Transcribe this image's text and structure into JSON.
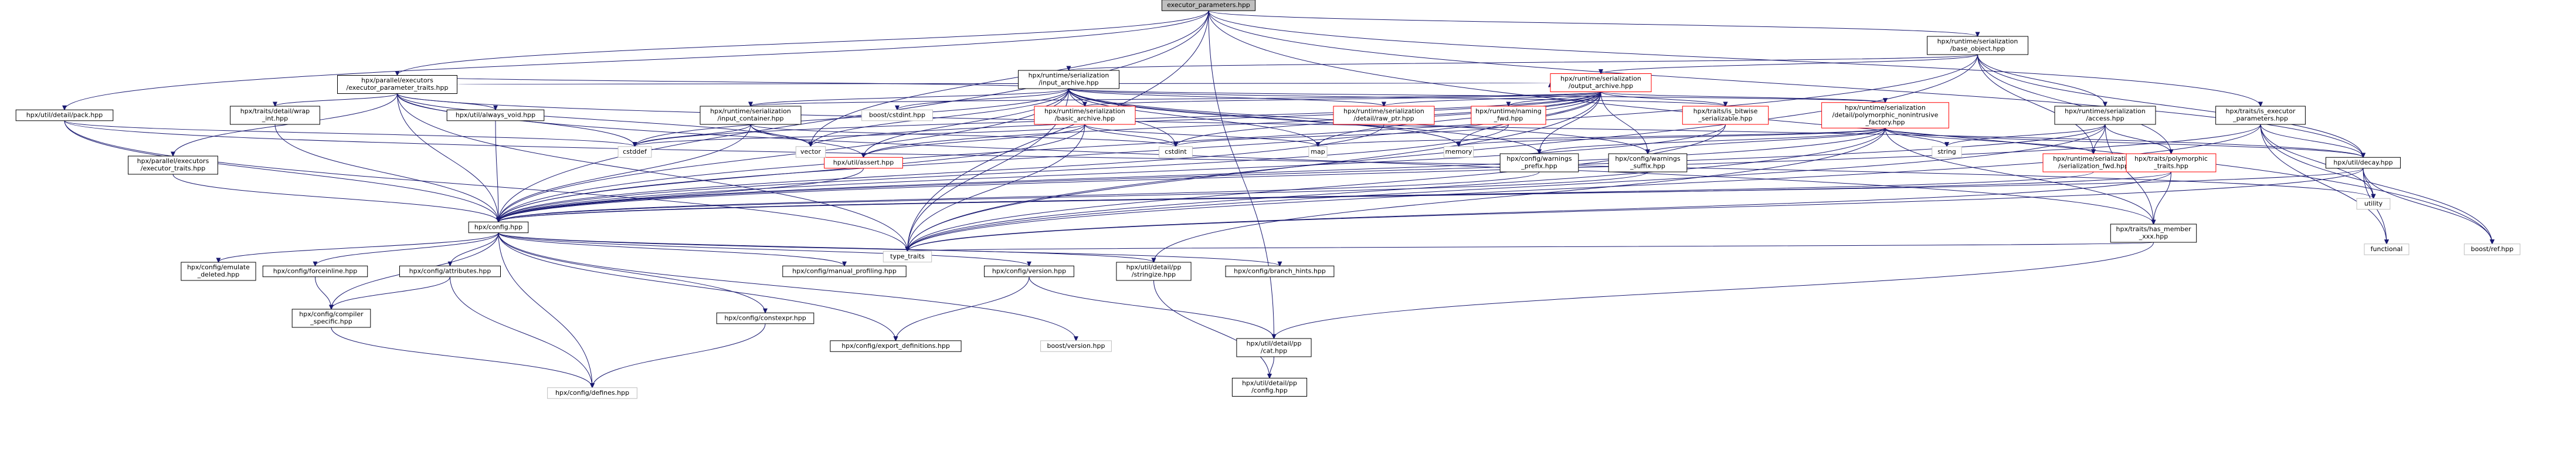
{
  "graph": {
    "nodes": [
      {
        "id": "n0",
        "lines": [
          "executor_parameters.hpp"
        ],
        "kind": "root"
      },
      {
        "id": "n1",
        "lines": [
          "hpx/runtime/serialization",
          "/base_object.hpp"
        ],
        "kind": "normal"
      },
      {
        "id": "n2",
        "lines": [
          "hpx/parallel/executors",
          "/executor_parameter_traits.hpp"
        ],
        "kind": "normal"
      },
      {
        "id": "n3",
        "lines": [
          "hpx/util/detail/pack.hpp"
        ],
        "kind": "normal"
      },
      {
        "id": "n4",
        "lines": [
          "hpx/runtime/serialization",
          "/input_archive.hpp"
        ],
        "kind": "normal"
      },
      {
        "id": "n5",
        "lines": [
          "hpx/runtime/serialization",
          "/output_archive.hpp"
        ],
        "kind": "missing"
      },
      {
        "id": "n6",
        "lines": [
          "hpx/traits/detail/wrap",
          "_int.hpp"
        ],
        "kind": "normal"
      },
      {
        "id": "n7",
        "lines": [
          "hpx/util/always_void.hpp"
        ],
        "kind": "normal"
      },
      {
        "id": "n8",
        "lines": [
          "hpx/parallel/executors",
          "/executor_traits.hpp"
        ],
        "kind": "normal"
      },
      {
        "id": "n9",
        "lines": [
          "hpx/runtime/serialization",
          "/input_container.hpp"
        ],
        "kind": "normal"
      },
      {
        "id": "n10",
        "lines": [
          "hpx/runtime/serialization",
          "/basic_archive.hpp"
        ],
        "kind": "missing"
      },
      {
        "id": "n11",
        "lines": [
          "boost/cstdint.hpp"
        ],
        "kind": "external"
      },
      {
        "id": "n12",
        "lines": [
          "hpx/runtime/serialization",
          "/detail/raw_ptr.hpp"
        ],
        "kind": "missing"
      },
      {
        "id": "n13",
        "lines": [
          "hpx/runtime/naming",
          "_fwd.hpp"
        ],
        "kind": "missing"
      },
      {
        "id": "n14",
        "lines": [
          "hpx/runtime/serialization",
          "/detail/polymorphic_nonintrusive",
          "_factory.hpp"
        ],
        "kind": "missing"
      },
      {
        "id": "n15",
        "lines": [
          "hpx/traits/is_bitwise",
          "_serializable.hpp"
        ],
        "kind": "missing"
      },
      {
        "id": "n16",
        "lines": [
          "hpx/runtime/serialization",
          "/access.hpp"
        ],
        "kind": "normal"
      },
      {
        "id": "n17",
        "lines": [
          "hpx/traits/is_executor",
          "_parameters.hpp"
        ],
        "kind": "normal"
      },
      {
        "id": "n18",
        "lines": [
          "hpx/util/assert.hpp"
        ],
        "kind": "missing"
      },
      {
        "id": "n19",
        "lines": [
          "hpx/config/warnings",
          "_prefix.hpp"
        ],
        "kind": "normal"
      },
      {
        "id": "n20",
        "lines": [
          "hpx/config/warnings",
          "_suffix.hpp"
        ],
        "kind": "normal"
      },
      {
        "id": "n21",
        "lines": [
          "hpx/runtime/serialization",
          "/serialization_fwd.hpp"
        ],
        "kind": "missing"
      },
      {
        "id": "n22",
        "lines": [
          "hpx/traits/polymorphic",
          "_traits.hpp"
        ],
        "kind": "missing"
      },
      {
        "id": "n23",
        "lines": [
          "hpx/util/decay.hpp"
        ],
        "kind": "normal"
      },
      {
        "id": "n24",
        "lines": [
          "cstddef"
        ],
        "kind": "external"
      },
      {
        "id": "n25",
        "lines": [
          "vector"
        ],
        "kind": "external"
      },
      {
        "id": "n26",
        "lines": [
          "cstdint"
        ],
        "kind": "external"
      },
      {
        "id": "n27",
        "lines": [
          "map"
        ],
        "kind": "external"
      },
      {
        "id": "n28",
        "lines": [
          "memory"
        ],
        "kind": "external"
      },
      {
        "id": "n29",
        "lines": [
          "string"
        ],
        "kind": "external"
      },
      {
        "id": "n30",
        "lines": [
          "hpx/config.hpp"
        ],
        "kind": "normal"
      },
      {
        "id": "n31",
        "lines": [
          "hpx/traits/has_member",
          "_xxx.hpp"
        ],
        "kind": "normal"
      },
      {
        "id": "n32",
        "lines": [
          "utility"
        ],
        "kind": "external"
      },
      {
        "id": "n33",
        "lines": [
          "functional"
        ],
        "kind": "external"
      },
      {
        "id": "n34",
        "lines": [
          "boost/ref.hpp"
        ],
        "kind": "external"
      },
      {
        "id": "n35",
        "lines": [
          "type_traits"
        ],
        "kind": "external"
      },
      {
        "id": "n36",
        "lines": [
          "hpx/config/emulate",
          "_deleted.hpp"
        ],
        "kind": "normal"
      },
      {
        "id": "n37",
        "lines": [
          "hpx/config/forceinline.hpp"
        ],
        "kind": "normal"
      },
      {
        "id": "n38",
        "lines": [
          "hpx/config/attributes.hpp"
        ],
        "kind": "normal"
      },
      {
        "id": "n39",
        "lines": [
          "hpx/config/manual_profiling.hpp"
        ],
        "kind": "normal"
      },
      {
        "id": "n40",
        "lines": [
          "hpx/config/version.hpp"
        ],
        "kind": "normal"
      },
      {
        "id": "n41",
        "lines": [
          "hpx/util/detail/pp",
          "/stringize.hpp"
        ],
        "kind": "normal"
      },
      {
        "id": "n42",
        "lines": [
          "hpx/config/branch_hints.hpp"
        ],
        "kind": "normal"
      },
      {
        "id": "n43",
        "lines": [
          "hpx/config/compiler",
          "_specific.hpp"
        ],
        "kind": "normal"
      },
      {
        "id": "n44",
        "lines": [
          "hpx/config/constexpr.hpp"
        ],
        "kind": "normal"
      },
      {
        "id": "n45",
        "lines": [
          "hpx/config/export_definitions.hpp"
        ],
        "kind": "normal"
      },
      {
        "id": "n46",
        "lines": [
          "boost/version.hpp"
        ],
        "kind": "external"
      },
      {
        "id": "n47",
        "lines": [
          "hpx/util/detail/pp",
          "/cat.hpp"
        ],
        "kind": "normal"
      },
      {
        "id": "n48",
        "lines": [
          "hpx/config/defines.hpp"
        ],
        "kind": "external"
      },
      {
        "id": "n49",
        "lines": [
          "hpx/util/detail/pp",
          "/config.hpp"
        ],
        "kind": "normal"
      }
    ],
    "edges": [
      [
        "n0",
        "n1"
      ],
      [
        "n0",
        "n2"
      ],
      [
        "n0",
        "n3"
      ],
      [
        "n0",
        "n17"
      ],
      [
        "n0",
        "n23"
      ],
      [
        "n0",
        "n30"
      ],
      [
        "n0",
        "n34"
      ],
      [
        "n0",
        "n35"
      ],
      [
        "n0",
        "n25"
      ],
      [
        "n0",
        "n47"
      ],
      [
        "n1",
        "n4"
      ],
      [
        "n1",
        "n5"
      ],
      [
        "n1",
        "n16"
      ],
      [
        "n1",
        "n23"
      ],
      [
        "n1",
        "n21"
      ],
      [
        "n1",
        "n22"
      ],
      [
        "n1",
        "n35"
      ],
      [
        "n1",
        "n30"
      ],
      [
        "n2",
        "n4"
      ],
      [
        "n2",
        "n5"
      ],
      [
        "n2",
        "n6"
      ],
      [
        "n2",
        "n7"
      ],
      [
        "n2",
        "n8"
      ],
      [
        "n2",
        "n24"
      ],
      [
        "n2",
        "n25"
      ],
      [
        "n2",
        "n30"
      ],
      [
        "n2",
        "n35"
      ],
      [
        "n2",
        "n31"
      ],
      [
        "n2",
        "n23"
      ],
      [
        "n3",
        "n24"
      ],
      [
        "n3",
        "n30"
      ],
      [
        "n3",
        "n35"
      ],
      [
        "n3",
        "n32"
      ],
      [
        "n4",
        "n9"
      ],
      [
        "n4",
        "n10"
      ],
      [
        "n4",
        "n11"
      ],
      [
        "n4",
        "n12"
      ],
      [
        "n4",
        "n14"
      ],
      [
        "n4",
        "n24"
      ],
      [
        "n4",
        "n25"
      ],
      [
        "n4",
        "n26"
      ],
      [
        "n4",
        "n27"
      ],
      [
        "n4",
        "n28"
      ],
      [
        "n4",
        "n30"
      ],
      [
        "n4",
        "n35"
      ],
      [
        "n4",
        "n18"
      ],
      [
        "n4",
        "n19"
      ],
      [
        "n4",
        "n20"
      ],
      [
        "n4",
        "n15"
      ],
      [
        "n5",
        "n10"
      ],
      [
        "n5",
        "n12"
      ],
      [
        "n5",
        "n13"
      ],
      [
        "n5",
        "n14"
      ],
      [
        "n5",
        "n15"
      ],
      [
        "n5",
        "n24"
      ],
      [
        "n5",
        "n25"
      ],
      [
        "n5",
        "n26"
      ],
      [
        "n5",
        "n27"
      ],
      [
        "n5",
        "n28"
      ],
      [
        "n5",
        "n18"
      ],
      [
        "n5",
        "n19"
      ],
      [
        "n5",
        "n20"
      ],
      [
        "n5",
        "n35"
      ],
      [
        "n5",
        "n30"
      ],
      [
        "n5",
        "n9"
      ],
      [
        "n6",
        "n30"
      ],
      [
        "n7",
        "n30"
      ],
      [
        "n8",
        "n30"
      ],
      [
        "n9",
        "n30"
      ],
      [
        "n9",
        "n24"
      ],
      [
        "n9",
        "n25"
      ],
      [
        "n9",
        "n26"
      ],
      [
        "n9",
        "n18"
      ],
      [
        "n10",
        "n30"
      ],
      [
        "n10",
        "n24"
      ],
      [
        "n10",
        "n26"
      ],
      [
        "n10",
        "n27"
      ],
      [
        "n10",
        "n18"
      ],
      [
        "n10",
        "n35"
      ],
      [
        "n12",
        "n30"
      ],
      [
        "n13",
        "n30"
      ],
      [
        "n13",
        "n26"
      ],
      [
        "n14",
        "n30"
      ],
      [
        "n14",
        "n27"
      ],
      [
        "n14",
        "n28"
      ],
      [
        "n14",
        "n29"
      ],
      [
        "n14",
        "n35"
      ],
      [
        "n14",
        "n41"
      ],
      [
        "n14",
        "n19"
      ],
      [
        "n14",
        "n20"
      ],
      [
        "n14",
        "n21"
      ],
      [
        "n14",
        "n23"
      ],
      [
        "n14",
        "n31"
      ],
      [
        "n15",
        "n30"
      ],
      [
        "n15",
        "n35"
      ],
      [
        "n16",
        "n21"
      ],
      [
        "n16",
        "n22"
      ],
      [
        "n16",
        "n31"
      ],
      [
        "n16",
        "n35"
      ],
      [
        "n16",
        "n29"
      ],
      [
        "n16",
        "n30"
      ],
      [
        "n17",
        "n23"
      ],
      [
        "n17",
        "n30"
      ],
      [
        "n17",
        "n33"
      ],
      [
        "n17",
        "n34"
      ],
      [
        "n17",
        "n35"
      ],
      [
        "n17",
        "n32"
      ],
      [
        "n18",
        "n30"
      ],
      [
        "n19",
        "n30"
      ],
      [
        "n20",
        "n30"
      ],
      [
        "n21",
        "n30"
      ],
      [
        "n22",
        "n31"
      ],
      [
        "n22",
        "n35"
      ],
      [
        "n22",
        "n30"
      ],
      [
        "n23",
        "n30"
      ],
      [
        "n23",
        "n33"
      ],
      [
        "n23",
        "n34"
      ],
      [
        "n23",
        "n35"
      ],
      [
        "n23",
        "n32"
      ],
      [
        "n30",
        "n36"
      ],
      [
        "n30",
        "n37"
      ],
      [
        "n30",
        "n38"
      ],
      [
        "n30",
        "n39"
      ],
      [
        "n30",
        "n40"
      ],
      [
        "n30",
        "n41"
      ],
      [
        "n30",
        "n42"
      ],
      [
        "n30",
        "n43"
      ],
      [
        "n30",
        "n44"
      ],
      [
        "n30",
        "n45"
      ],
      [
        "n30",
        "n46"
      ],
      [
        "n30",
        "n48"
      ],
      [
        "n31",
        "n35"
      ],
      [
        "n31",
        "n47"
      ],
      [
        "n37",
        "n43"
      ],
      [
        "n38",
        "n43"
      ],
      [
        "n38",
        "n48"
      ],
      [
        "n40",
        "n45"
      ],
      [
        "n40",
        "n47"
      ],
      [
        "n43",
        "n48"
      ],
      [
        "n44",
        "n48"
      ],
      [
        "n41",
        "n49"
      ],
      [
        "n47",
        "n49"
      ]
    ]
  },
  "colors": {
    "edge": "#191970",
    "normal_border": "#000000",
    "missing_border": "#ff0000",
    "external_border": "#bfbfbf",
    "root_fill": "#bfbfbf",
    "node_fill": "#ffffff"
  }
}
